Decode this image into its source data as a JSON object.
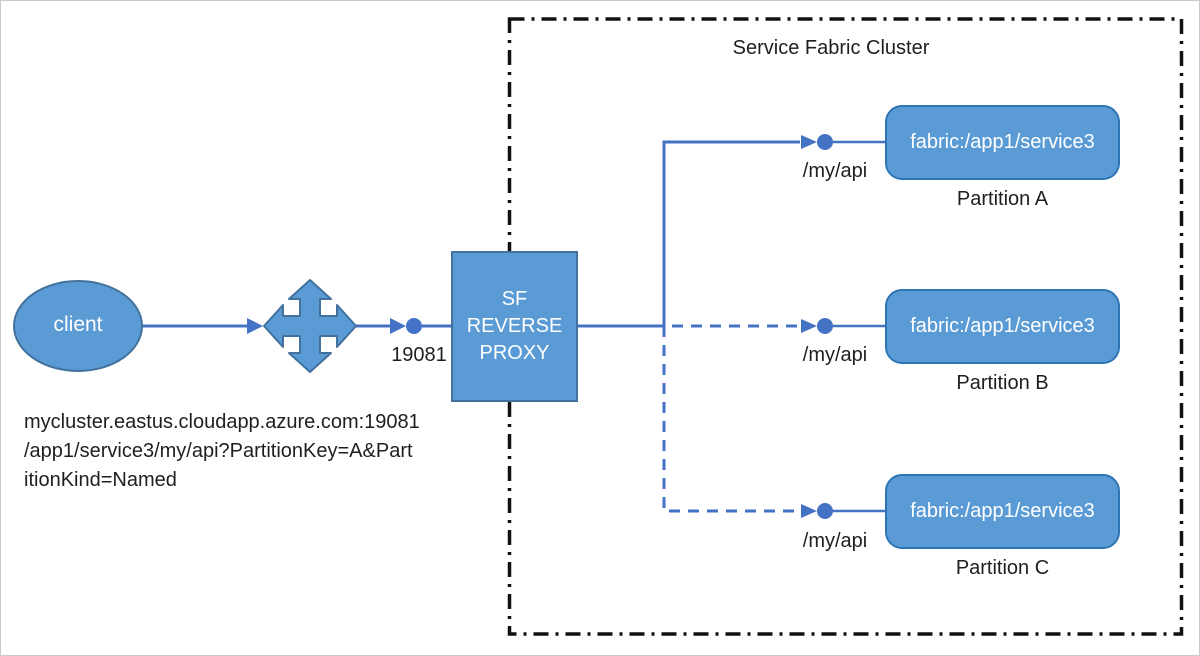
{
  "colors": {
    "shape_fill": "#5B9BD5",
    "shape_border": "#41719C",
    "box_border": "#2E75B6",
    "connector": "#4472C4",
    "cluster_border": "#111111",
    "text_dark": "#1F1F1F",
    "text_light": "#FFFFFF"
  },
  "cluster": {
    "title": "Service Fabric Cluster"
  },
  "client": {
    "label": "client"
  },
  "connector": {
    "port_label": "19081"
  },
  "proxy": {
    "line1": "SF",
    "line2": "REVERSE",
    "line3": "PROXY"
  },
  "partitions": [
    {
      "service": "fabric:/app1/service3",
      "name": "Partition A",
      "path_label": "/my/api",
      "link": "solid"
    },
    {
      "service": "fabric:/app1/service3",
      "name": "Partition B",
      "path_label": "/my/api",
      "link": "dashed"
    },
    {
      "service": "fabric:/app1/service3",
      "name": "Partition C",
      "path_label": "/my/api",
      "link": "dashed"
    }
  ],
  "request_url": {
    "line1": "mycluster.eastus.cloudapp.azure.com:19081",
    "line2": "/app1/service3/my/api?PartitionKey=A&Part",
    "line3": "itionKind=Named"
  }
}
